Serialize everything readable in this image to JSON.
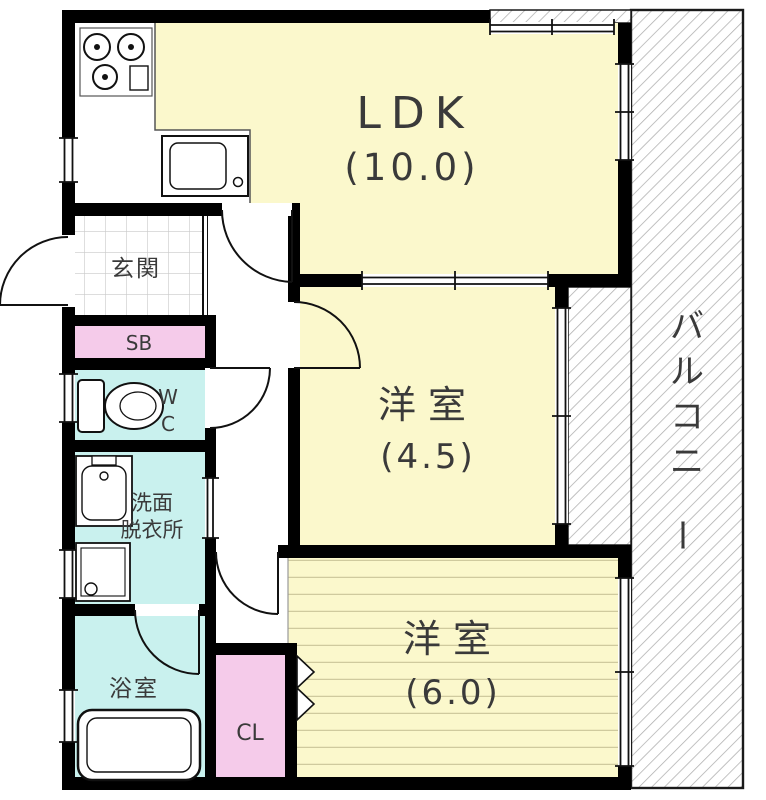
{
  "plan": {
    "ldk": {
      "label": "LDK",
      "area": "(10.0)"
    },
    "room45": {
      "label": "洋室",
      "area": "(4.5)"
    },
    "room60": {
      "label": "洋室",
      "area": "(6.0)"
    },
    "balcony": {
      "label": "バルコニー"
    },
    "entrance": {
      "label": "玄関"
    },
    "shoebox": {
      "label": "SB"
    },
    "wc": {
      "label": "WC"
    },
    "washroom": {
      "line1": "洗面",
      "line2": "脱衣所"
    },
    "bath": {
      "label": "浴室"
    },
    "closet": {
      "label": "CL"
    }
  },
  "colors": {
    "room": "#FBF8CC",
    "wet": "#C9F1EE",
    "storage": "#F5CBEA",
    "wall": "#000000",
    "hatch_line": "#ADADAD",
    "floor_line": "#CFCA9E",
    "tile_line": "#C9C9C9",
    "label_text": "#3A3A3A"
  }
}
